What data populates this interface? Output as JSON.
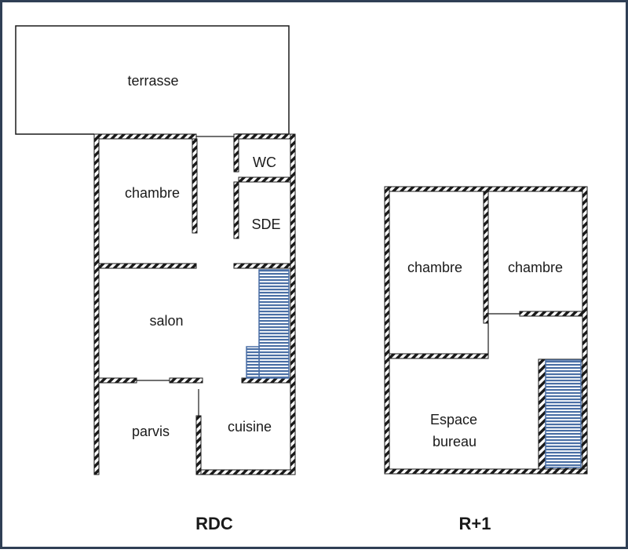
{
  "floors": {
    "rdc": {
      "label": "RDC",
      "rooms": {
        "terrasse": "terrasse",
        "chambre": "chambre",
        "wc": "WC",
        "sde": "SDE",
        "salon": "salon",
        "parvis": "parvis",
        "cuisine": "cuisine"
      }
    },
    "r1": {
      "label": "R+1",
      "rooms": {
        "chambre_left": "chambre",
        "chambre_right": "chambre",
        "espace_line1": "Espace",
        "espace_line2": "bureau"
      }
    }
  },
  "colors": {
    "wall_hatch": "#1a1a1a",
    "stairs_fill": "#4a6fa5",
    "frame_border": "#2f3f55"
  }
}
